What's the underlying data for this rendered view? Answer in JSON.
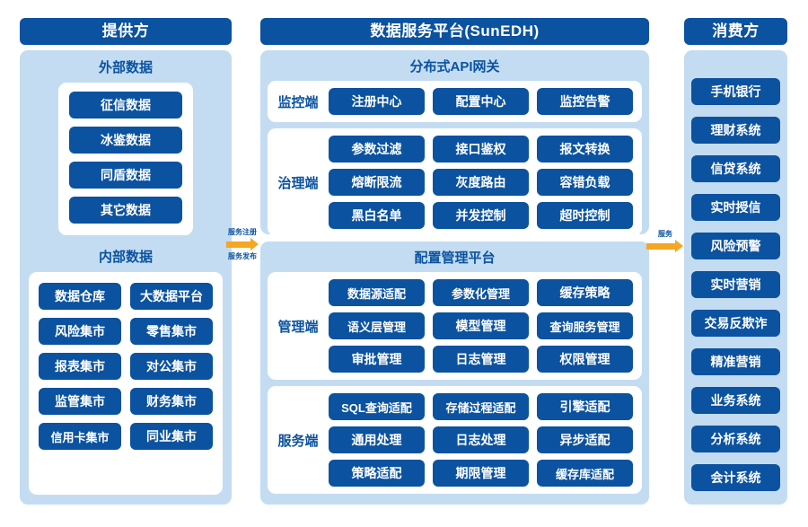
{
  "colors": {
    "primary": "#0B52A0",
    "panel": "#C3DCF2",
    "arrow": "#F5A623",
    "white": "#FFFFFF"
  },
  "left": {
    "header": "提供方",
    "external": {
      "title": "外部数据",
      "items": [
        "征信数据",
        "冰鉴数据",
        "同盾数据",
        "其它数据"
      ]
    },
    "internal": {
      "title": "内部数据",
      "items": [
        "数据仓库",
        "大数据平台",
        "风险集市",
        "零售集市",
        "报表集市",
        "对公集市",
        "监管集市",
        "财务集市",
        "信用卡集市",
        "同业集市"
      ]
    }
  },
  "arrows": {
    "left": {
      "label_top": "服务注册",
      "label_bottom": "服务发布",
      "icon": "arrow-right-icon"
    },
    "right": {
      "label_top": "服务",
      "label_bottom": "",
      "icon": "arrow-right-icon"
    }
  },
  "center": {
    "header": "数据服务平台(SunEDH)",
    "gateway": {
      "title": "分布式API网关",
      "groups": [
        {
          "label": "监控端",
          "rows": [
            [
              "注册中心",
              "配置中心",
              "监控告警"
            ]
          ]
        },
        {
          "label": "治理端",
          "rows": [
            [
              "参数过滤",
              "接口鉴权",
              "报文转换"
            ],
            [
              "熔断限流",
              "灰度路由",
              "容错负载"
            ],
            [
              "黑白名单",
              "并发控制",
              "超时控制"
            ]
          ]
        }
      ]
    },
    "config": {
      "title": "配置管理平台",
      "groups": [
        {
          "label": "管理端",
          "rows": [
            [
              "数据源适配",
              "参数化管理",
              "缓存策略"
            ],
            [
              "语义层管理",
              "模型管理",
              "查询服务管理"
            ],
            [
              "审批管理",
              "日志管理",
              "权限管理"
            ]
          ]
        },
        {
          "label": "服务端",
          "rows": [
            [
              "SQL查询适配",
              "存储过程适配",
              "引擎适配"
            ],
            [
              "通用处理",
              "日志处理",
              "异步适配"
            ],
            [
              "策略适配",
              "期限管理",
              "缓存库适配"
            ]
          ]
        }
      ]
    }
  },
  "right": {
    "header": "消费方",
    "items": [
      "手机银行",
      "理财系统",
      "信贷系统",
      "实时授信",
      "风险预警",
      "实时营销",
      "交易反欺诈",
      "精准营销",
      "业务系统",
      "分析系统",
      "会计系统"
    ]
  }
}
